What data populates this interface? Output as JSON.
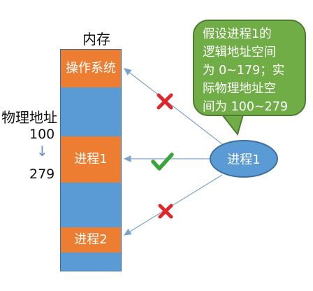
{
  "memory": {
    "title": "内存",
    "segments": [
      {
        "label": "操作系统",
        "kind": "os"
      },
      {
        "label": "",
        "kind": "free"
      },
      {
        "label": "进程1",
        "kind": "process"
      },
      {
        "label": "",
        "kind": "free"
      },
      {
        "label": "进程2",
        "kind": "process"
      },
      {
        "label": "",
        "kind": "free"
      }
    ]
  },
  "address": {
    "title": "物理地址",
    "start": "100",
    "arrow": "↓",
    "end": "279"
  },
  "callout": {
    "lines": [
      "假设进程1的",
      "逻辑地址空间",
      "为 0~179；实",
      "际物理地址空",
      "间为 100~279"
    ]
  },
  "process_node": {
    "label": "进程1"
  },
  "access_arrows": [
    {
      "target": "操作系统",
      "result": "denied",
      "icon": "red-cross-icon"
    },
    {
      "target": "进程1",
      "result": "allowed",
      "icon": "green-check-icon"
    },
    {
      "target": "进程2",
      "result": "denied",
      "icon": "red-cross-icon"
    }
  ],
  "colors": {
    "os_segment": "#ed7d31",
    "process_segment": "#ed7d31",
    "free_segment": "#5b9bd5",
    "callout_fill": "#70ad47",
    "ellipse_fill": "#5b9bd5",
    "arrow_line": "#7aa3cc",
    "cross": "#e0262b",
    "check": "#3aa53a"
  }
}
